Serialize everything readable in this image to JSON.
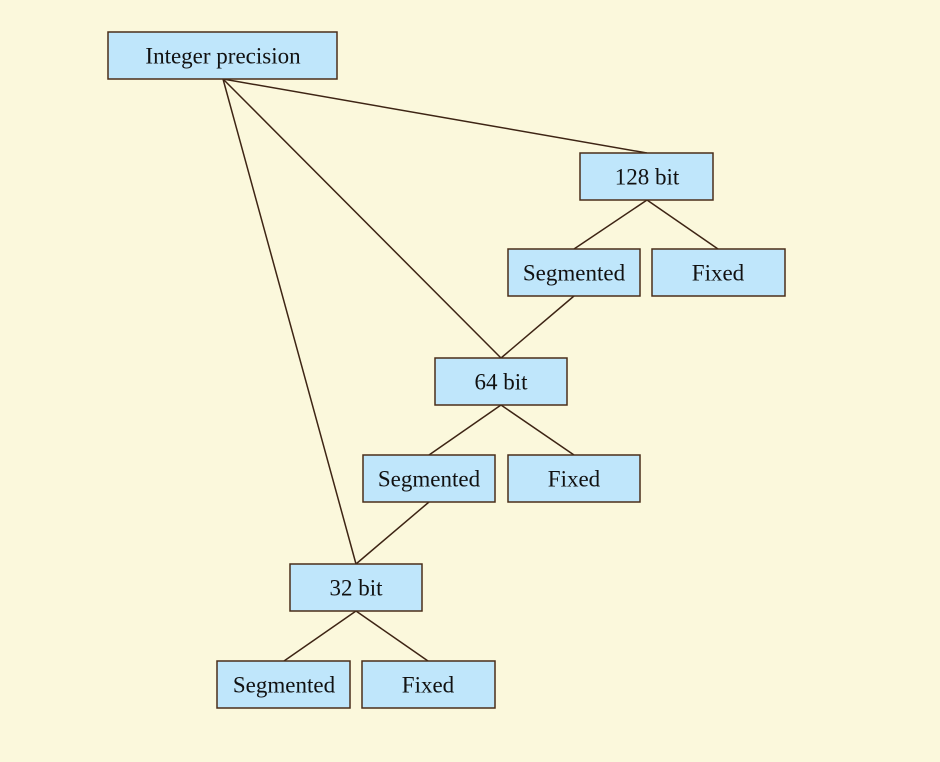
{
  "diagram": {
    "nodes": {
      "root": {
        "label": "Integer precision"
      },
      "b128": {
        "label": "128 bit"
      },
      "b128_seg": {
        "label": "Segmented"
      },
      "b128_fixed": {
        "label": "Fixed"
      },
      "b64": {
        "label": "64 bit"
      },
      "b64_seg": {
        "label": "Segmented"
      },
      "b64_fixed": {
        "label": "Fixed"
      },
      "b32": {
        "label": "32 bit"
      },
      "b32_seg": {
        "label": "Segmented"
      },
      "b32_fixed": {
        "label": "Fixed"
      }
    },
    "edges": [
      [
        "root",
        "b128"
      ],
      [
        "root",
        "b64"
      ],
      [
        "root",
        "b32"
      ],
      [
        "b128",
        "b128_seg"
      ],
      [
        "b128",
        "b128_fixed"
      ],
      [
        "b128_seg",
        "b64"
      ],
      [
        "b64",
        "b64_seg"
      ],
      [
        "b64",
        "b64_fixed"
      ],
      [
        "b64_seg",
        "b32"
      ],
      [
        "b32",
        "b32_seg"
      ],
      [
        "b32",
        "b32_fixed"
      ]
    ],
    "colors": {
      "background": "#fbf8dc",
      "node_fill": "#bfe6fb",
      "node_border": "#4a2e1a",
      "edge": "#3d2414"
    }
  }
}
